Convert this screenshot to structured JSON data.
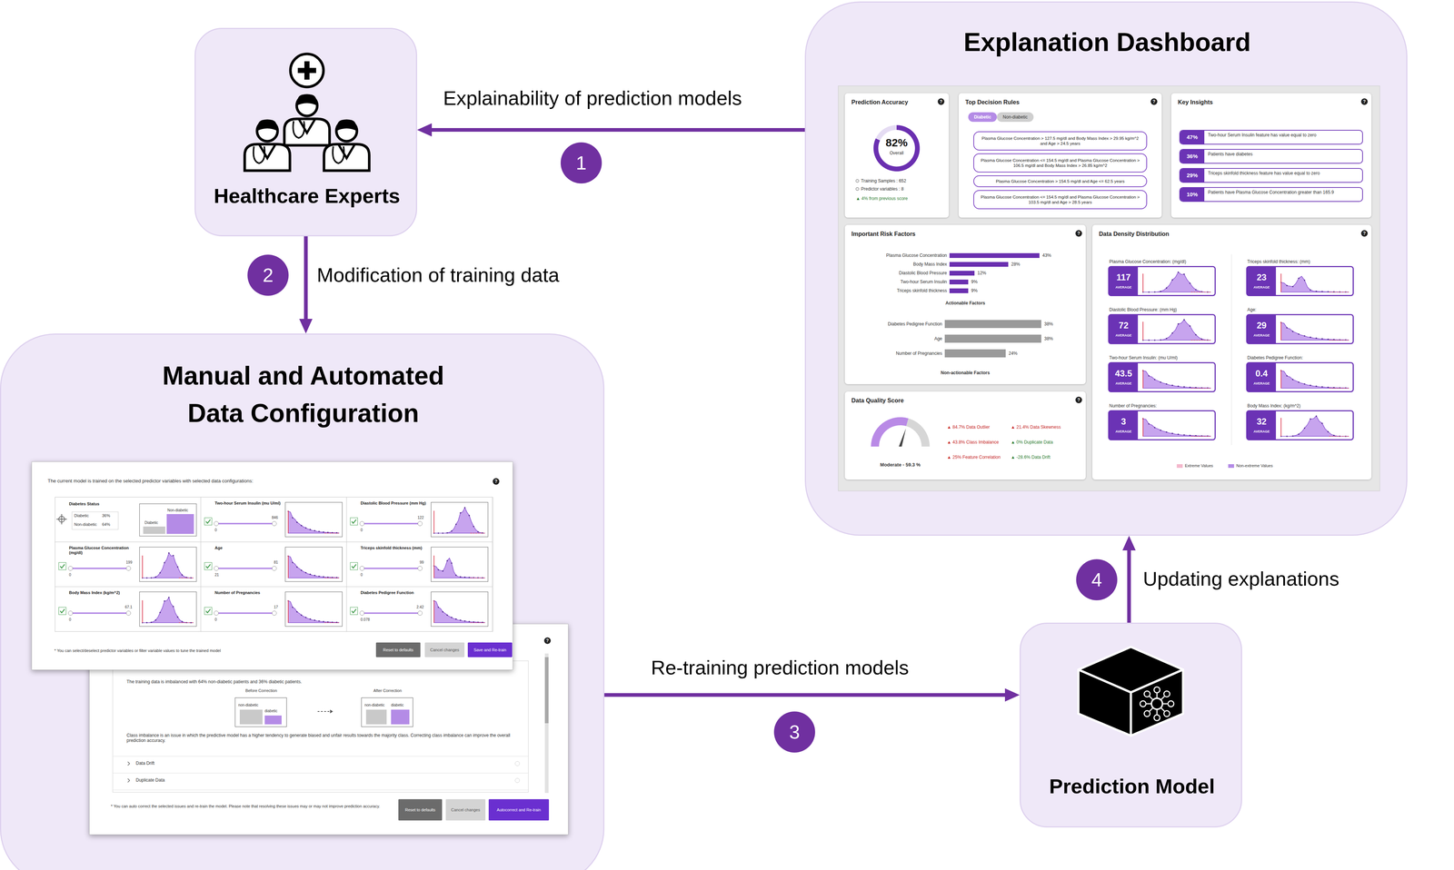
{
  "diagram": {
    "nodes": [
      {
        "text": [
          "Healthcare Experts"
        ]
      },
      {
        "text": [
          "Explanation Dashboard"
        ]
      },
      {
        "text": [
          "Prediction Accuracy",
          "?",
          "82%",
          "Overall",
          "Training Samples : 652",
          "Predictor variables : 8",
          "▲ 4% from previous score"
        ],
        "in": 1
      },
      {
        "text": [
          "Top Decision Rules",
          "?"
        ],
        "in": 1
      },
      {
        "text": [
          "Diabetic"
        ],
        "in": 3
      },
      {
        "text": [
          "Non-diabetic"
        ],
        "in": 3
      },
      {
        "text": [
          "Plasma Glucose Concentration > 127.5 mg/dl and Body Mass Index > 29.95 kg/m^2 and Age > 24.5 years"
        ],
        "in": 3
      },
      {
        "text": [
          "Plasma Glucose Concentration <= 154.5 mg/dl and Plasma Glucose Concentration > 106.5 mg/dl and Body Mass Index > 26.85 kg/m^2"
        ],
        "in": 3
      },
      {
        "text": [
          "Plasma Glucose Concentration > 154.5 mg/dl and Age <= 62.5 years"
        ],
        "in": 3
      },
      {
        "text": [
          "Plasma Glucose Concentration <= 154.5 mg/dl and Plasma Glucose Concentration > 103.5 mg/dl and Age > 28.5 years"
        ],
        "in": 3
      },
      {
        "text": [
          "Key Insights",
          "?"
        ],
        "in": 1
      },
      {
        "text": [
          "47%",
          "Two-hour Serum Insulin feature has value equal to zero"
        ],
        "in": 10
      },
      {
        "text": [
          "36%",
          "Patients have diabetes"
        ],
        "in": 10
      },
      {
        "text": [
          "29%",
          "Triceps skinfold thickness feature has value equal to zero"
        ],
        "in": 10
      },
      {
        "text": [
          "10%",
          "Patients have Plasma Glucose Concentration greater than 165.9"
        ],
        "in": 10
      },
      {
        "text": [
          "Important Risk Factors",
          "?",
          "Plasma Glucose Concentration",
          "43%",
          "Body Mass Index",
          "28%",
          "Diastolic Blood Pressure",
          "12%",
          "Two-hour Serum Insulin",
          "9%",
          "Triceps skinfold thickness",
          "9%",
          "Actionable Factors",
          "Diabetes Pedigree Function",
          "38%",
          "Age",
          "38%",
          "Number of Pregnancies",
          "24%",
          "Non-actionable Factors"
        ],
        "in": 1
      },
      {
        "text": [
          "Data Quality Score",
          "?",
          "Moderate - 59.3 %",
          "▲ 84.7% Data Outlier",
          "▲ 21.4% Data Skewness",
          "▲ 43.8% Class Imbalance",
          "▲ 0% Duplicate Data",
          "▲ 25% Feature Correlation",
          "▲ -28.6% Data Drift"
        ],
        "in": 1
      },
      {
        "text": [
          "Data Density Distribution",
          "?"
        ],
        "in": 1
      },
      {
        "text": [
          "Plasma Glucose Concentration: (mg/dl)",
          "117",
          "AVERAGE"
        ],
        "in": 17
      },
      {
        "text": [
          "Triceps skinfold thickness: (mm)",
          "23",
          "AVERAGE"
        ],
        "in": 17
      },
      {
        "text": [
          "Diastolic Blood Pressure: (mm Hg)",
          "72",
          "AVERAGE"
        ],
        "in": 17
      },
      {
        "text": [
          "Age:",
          "29",
          "AVERAGE"
        ],
        "in": 17
      },
      {
        "text": [
          "Two-hour Serum Insulin: (mu U/ml)",
          "43.5",
          "AVERAGE"
        ],
        "in": 17
      },
      {
        "text": [
          "Diabetes Pedigree Function:",
          "0.4",
          "AVERAGE"
        ],
        "in": 17
      },
      {
        "text": [
          "Number of Pregnancies:",
          "3",
          "AVERAGE"
        ],
        "in": 17
      },
      {
        "text": [
          "Body Mass Index: (kg/m^2)",
          "32",
          "AVERAGE"
        ],
        "in": 17
      },
      {
        "text": [
          "Manual and Automated Data Configuration"
        ]
      },
      {
        "text": [
          "The current model is trained on the selected predictor variables with selected data configurations:",
          "?",
          "* You can select/deselect predictor variables or filter variable values to tune the trained model"
        ],
        "in": 26
      },
      {
        "text": [
          "Diabetes Status",
          "Diabetic",
          "36%",
          "Non-diabetic",
          "64%",
          "Diabetic",
          "Non-diabetic"
        ],
        "in": 27
      },
      {
        "text": [
          "Two-hour Serum Insulin (mu U/ml)",
          "0",
          "846"
        ],
        "in": 27
      },
      {
        "text": [
          "Diastolic Blood Pressure (mm Hg)",
          "0",
          "122"
        ],
        "in": 27
      },
      {
        "text": [
          "Plasma Glucose Concentration (mg/dl)",
          "0",
          "199"
        ],
        "in": 27
      },
      {
        "text": [
          "Age",
          "21",
          "81"
        ],
        "in": 27
      },
      {
        "text": [
          "Triceps skinfold thickness (mm)",
          "0",
          "99"
        ],
        "in": 27
      },
      {
        "text": [
          "Body Mass Index (kg/m^2)",
          "0",
          "67.1"
        ],
        "in": 27
      },
      {
        "text": [
          "Number of Pregnancies",
          "0",
          "17"
        ],
        "in": 27
      },
      {
        "text": [
          "Diabetes Pedigree Function",
          "0.078",
          "2.42"
        ],
        "in": 27
      },
      {
        "text": [
          "Reset to defaults"
        ],
        "in": 27
      },
      {
        "text": [
          "Cancel changes"
        ],
        "in": 27
      },
      {
        "text": [
          "Save and Re-train"
        ],
        "in": 27
      },
      {
        "text": [
          "?",
          "The training data is imbalanced with 64% non-diabetic patients and 36% diabetic patients.",
          "Class imbalance is an issue in which the predictive model has a higher tendency to generate biased and unfair results towards the majority class. Correcting class imbalance can improve the overall prediction accuracy.",
          "Data Drift",
          "Duplicate Data",
          "* You can auto correct the selected issues and re-train the model. Please note that resolving these issues may or may not improve prediction accuracy."
        ],
        "in": 26
      },
      {
        "text": [
          "Before Correction",
          "non-diabetic",
          "diabetic"
        ],
        "in": 40
      },
      {
        "text": [
          "After Correction",
          "non-diabetic",
          "diabetic"
        ],
        "in": 40
      },
      {
        "text": [
          "Reset to defaults"
        ],
        "in": 40
      },
      {
        "text": [
          "Cancel changes"
        ],
        "in": 40
      },
      {
        "text": [
          "Autocorrect and Re-train"
        ],
        "in": 40
      },
      {
        "text": [
          "Prediction Model"
        ]
      }
    ],
    "edges": [
      {
        "from": 1,
        "to": 0,
        "arrow": "to",
        "label": "Explainability of prediction models"
      },
      {
        "from": 0,
        "to": 26,
        "arrow": "to",
        "label": "Modification of training data"
      },
      {
        "from": 26,
        "to": 46,
        "arrow": "to",
        "label": "Re-training prediction models"
      },
      {
        "from": 46,
        "to": 1,
        "arrow": "to",
        "label": "Updating explanations"
      }
    ],
    "labels": [
      "1",
      "2",
      "3",
      "4"
    ],
    "legend": [
      {
        "text": "Extreme Values",
        "color": "#f4b8cc"
      },
      {
        "text": "Non-extreme Values",
        "color": "#b48be6"
      }
    ]
  }
}
